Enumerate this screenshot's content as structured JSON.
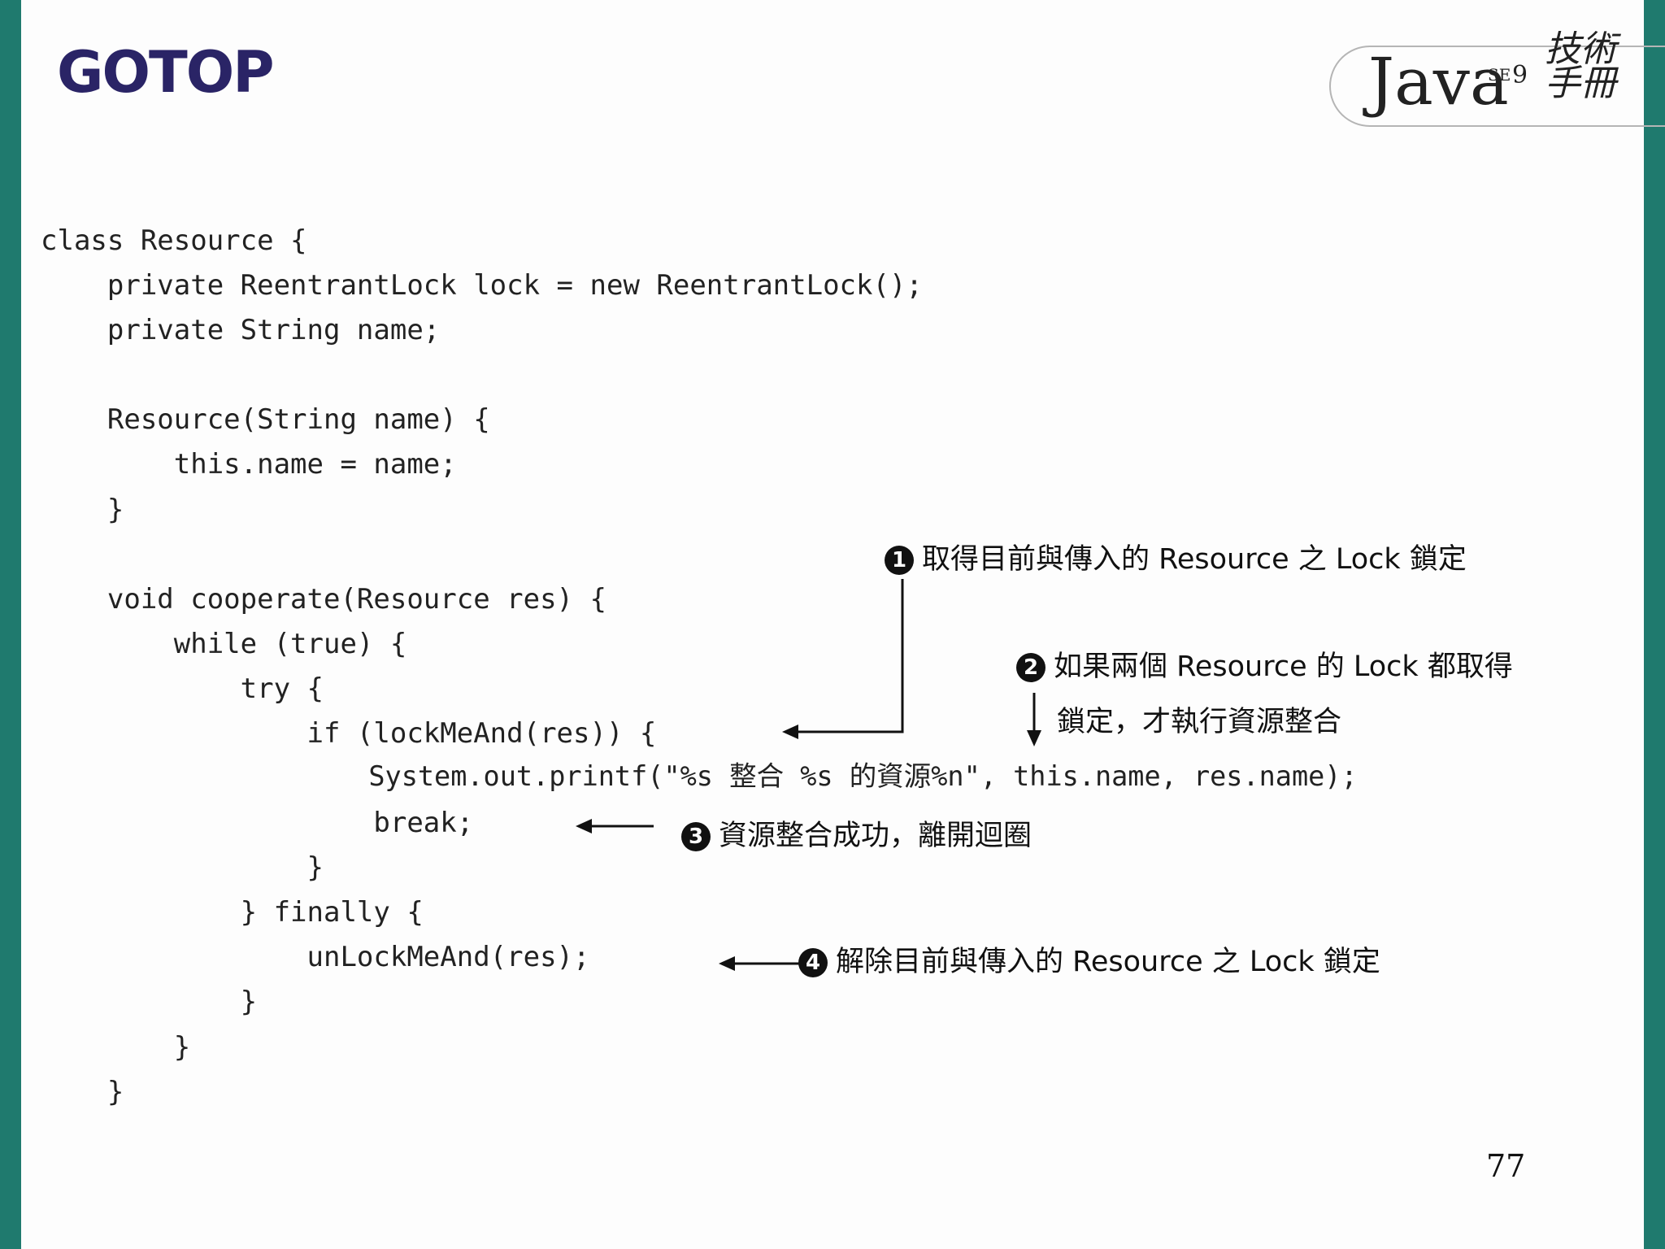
{
  "header": {
    "logo": "GOTOP",
    "brand_java": "Java",
    "brand_se": "SE",
    "brand_version": "9",
    "brand_cjk": "技術手冊"
  },
  "code": [
    "class Resource {",
    "    private ReentrantLock lock = new ReentrantLock();",
    "    private String name;",
    "",
    "    Resource(String name) {",
    "        this.name = name;",
    "    }",
    "",
    "    void cooperate(Resource res) {",
    "        while (true) {",
    "            try {",
    "                if (lockMeAnd(res)) {",
    "                    System.out.printf(\"%s 整合 %s 的資源%n\", this.name, res.name);",
    "                    break;",
    "                }",
    "            } finally {",
    "                unLockMeAnd(res);",
    "            }",
    "        }",
    "    }"
  ],
  "annotations": [
    {
      "number": "1",
      "text": "取得目前與傳入的 Resource 之 Lock 鎖定"
    },
    {
      "number": "2",
      "text": "如果兩個 Resource 的 Lock 都取得",
      "text2": "鎖定，才執行資源整合"
    },
    {
      "number": "3",
      "text": "資源整合成功，離開迴圈"
    },
    {
      "number": "4",
      "text": "解除目前與傳入的 Resource 之 Lock 鎖定"
    }
  ],
  "page_number": "77",
  "colors": {
    "side_bar": "#1f7a6e",
    "logo": "#2a2466"
  }
}
